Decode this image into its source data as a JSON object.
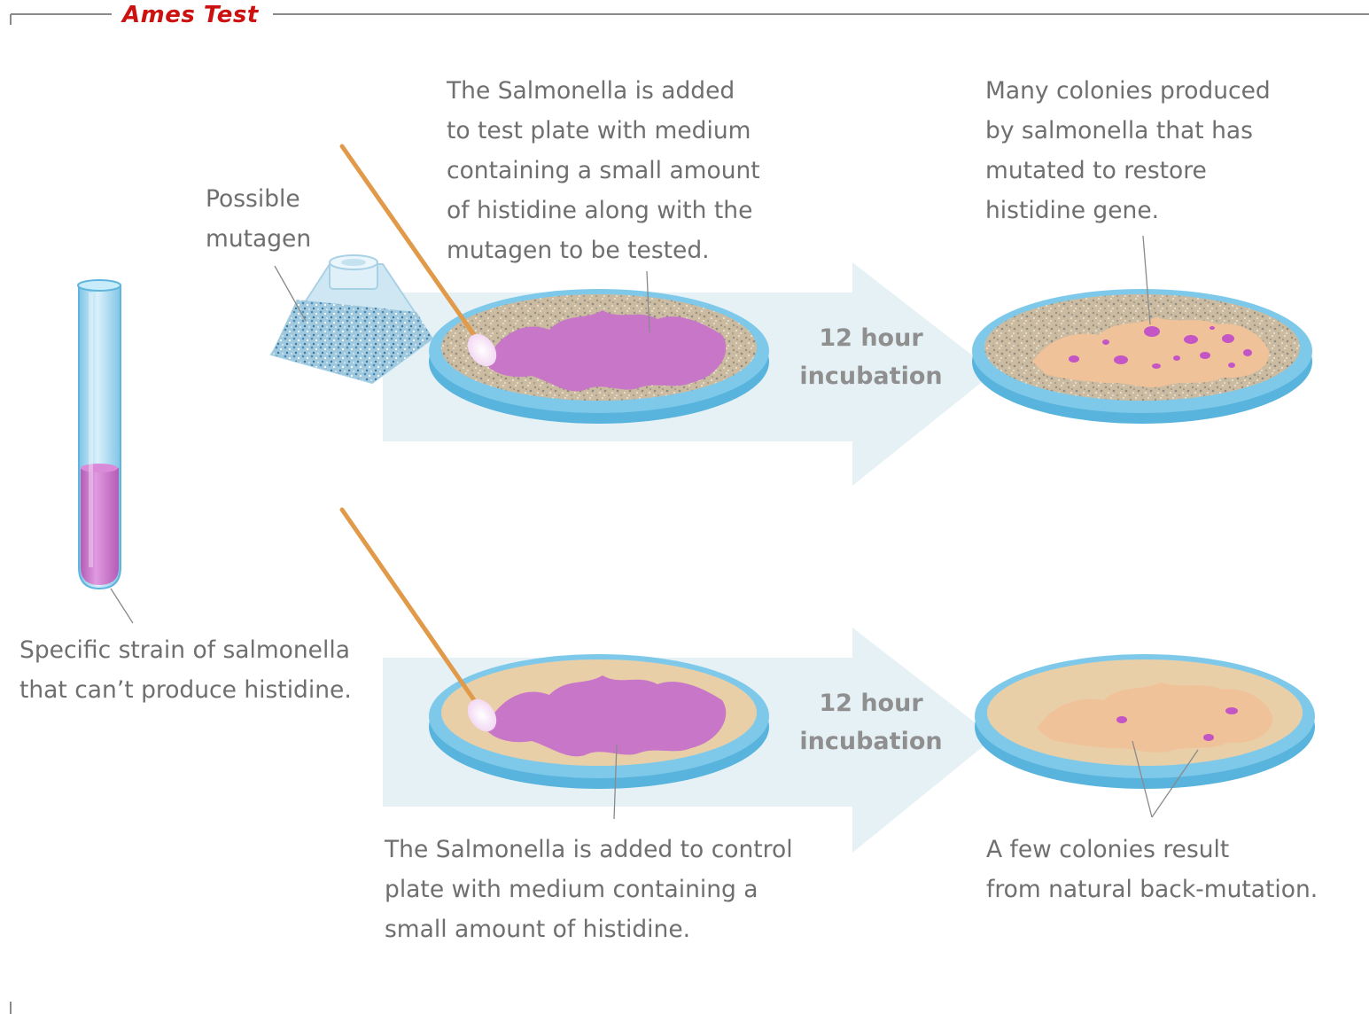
{
  "header": {
    "title": "Ames Test",
    "title_color": "#cc1111",
    "frame_color": "#8a8a8a"
  },
  "labels": {
    "mutagen": [
      "Possible",
      "mutagen"
    ],
    "strain": [
      "Specific strain of salmonella",
      "that can’t produce histidine."
    ],
    "test_plate": [
      "The Salmonella is added",
      "to test plate with medium",
      "containing a small amount",
      "of histidine along with the",
      "mutagen to be tested."
    ],
    "test_result": [
      "Many colonies produced",
      "by salmonella that has",
      "mutated to restore",
      "histidine gene."
    ],
    "control_plate": [
      "The Salmonella is added to control",
      "plate with medium containing a",
      "small amount of histidine."
    ],
    "control_result": [
      "A few colonies result",
      "from natural back-mutation."
    ]
  },
  "incubation": {
    "top": [
      "12 hour",
      "incubation"
    ],
    "bottom": [
      "12 hour",
      "incubation"
    ]
  },
  "colors": {
    "dish_rim": "#7ec9ea",
    "dish_rim_dark": "#4fb0dc",
    "medium_speckled": "#c9b79a",
    "medium_plain": "#e8cfa8",
    "salmonella": "#c776c8",
    "colony_patch": "#f0c29a",
    "colony_dot": "#c455c4",
    "arrow": "#e6f1f6",
    "swab": "#e09a4a"
  }
}
